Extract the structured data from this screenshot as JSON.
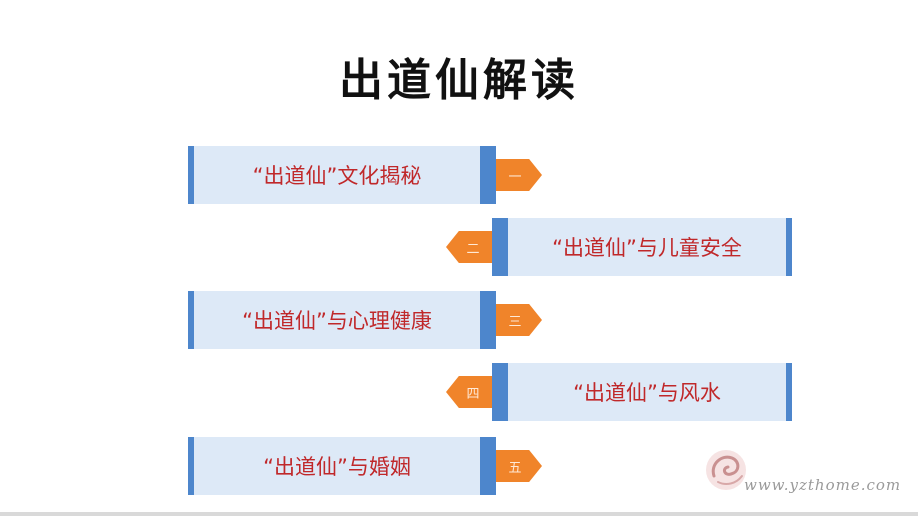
{
  "title": "出道仙解读",
  "items": [
    {
      "num": "一",
      "text": "“出道仙”文化揭秘"
    },
    {
      "num": "二",
      "text": "“出道仙”与儿童安全"
    },
    {
      "num": "三",
      "text": "“出道仙”与心理健康"
    },
    {
      "num": "四",
      "text": "“出道仙”与风水"
    },
    {
      "num": "五",
      "text": "“出道仙”与婚姻"
    }
  ],
  "watermark": "www.yzthome.com",
  "colors": {
    "box_fill": "#dde9f7",
    "bar_blue": "#4d86cc",
    "arrow_orange": "#f0842a",
    "text_red": "#c0282a"
  }
}
